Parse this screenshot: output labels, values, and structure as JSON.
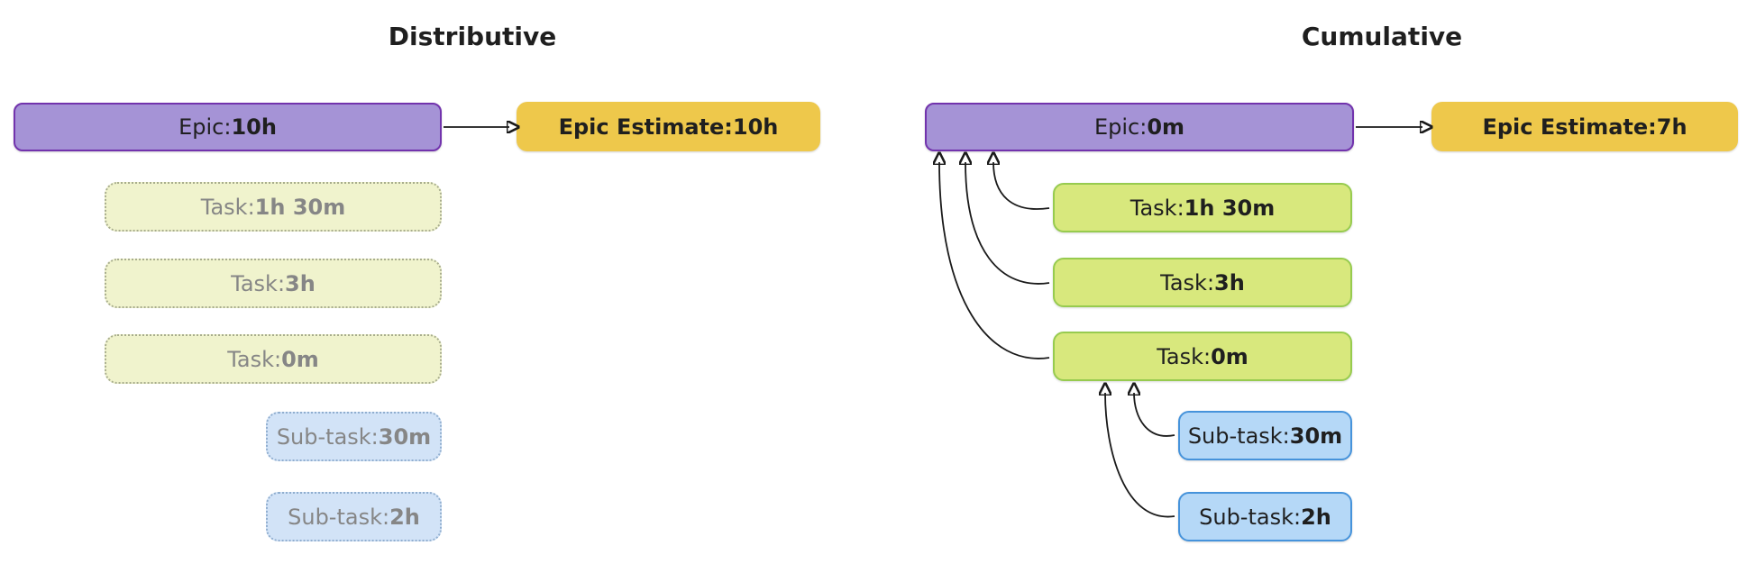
{
  "diagram": {
    "left": {
      "title": "Distributive",
      "epic": {
        "label": "Epic: ",
        "value": "10h"
      },
      "estimate": {
        "label": "Epic Estimate: ",
        "value": "10h"
      },
      "tasks": [
        {
          "label": "Task: ",
          "value": "1h 30m"
        },
        {
          "label": "Task: ",
          "value": "3h"
        },
        {
          "label": "Task: ",
          "value": "0m"
        }
      ],
      "subtasks": [
        {
          "label": "Sub-task: ",
          "value": "30m"
        },
        {
          "label": "Sub-task: ",
          "value": "2h"
        }
      ]
    },
    "right": {
      "title": "Cumulative",
      "epic": {
        "label": "Epic: ",
        "value": "0m"
      },
      "estimate": {
        "label": "Epic Estimate: ",
        "value": "7h"
      },
      "tasks": [
        {
          "label": "Task: ",
          "value": "1h 30m"
        },
        {
          "label": "Task: ",
          "value": "3h"
        },
        {
          "label": "Task: ",
          "value": "0m"
        }
      ],
      "subtasks": [
        {
          "label": "Sub-task: ",
          "value": "30m"
        },
        {
          "label": "Sub-task: ",
          "value": "2h"
        }
      ]
    }
  },
  "colors": {
    "purple_fill": "#a593d6",
    "purple_border": "#7233ad",
    "gold_fill": "#eec84b",
    "green_fill": "#d8e87d",
    "green_border": "#97cb4f",
    "blue_fill": "#b5d8f7",
    "blue_border": "#4693db",
    "pale_green_fill": "#f0f3cd",
    "pale_green_border": "#a8ad8d",
    "pale_blue_fill": "#d2e3f7",
    "pale_blue_border": "#90aecf",
    "dark_text": "#1f1f1f",
    "muted_text": "#868686",
    "arrow_color": "#1a1a1a"
  }
}
